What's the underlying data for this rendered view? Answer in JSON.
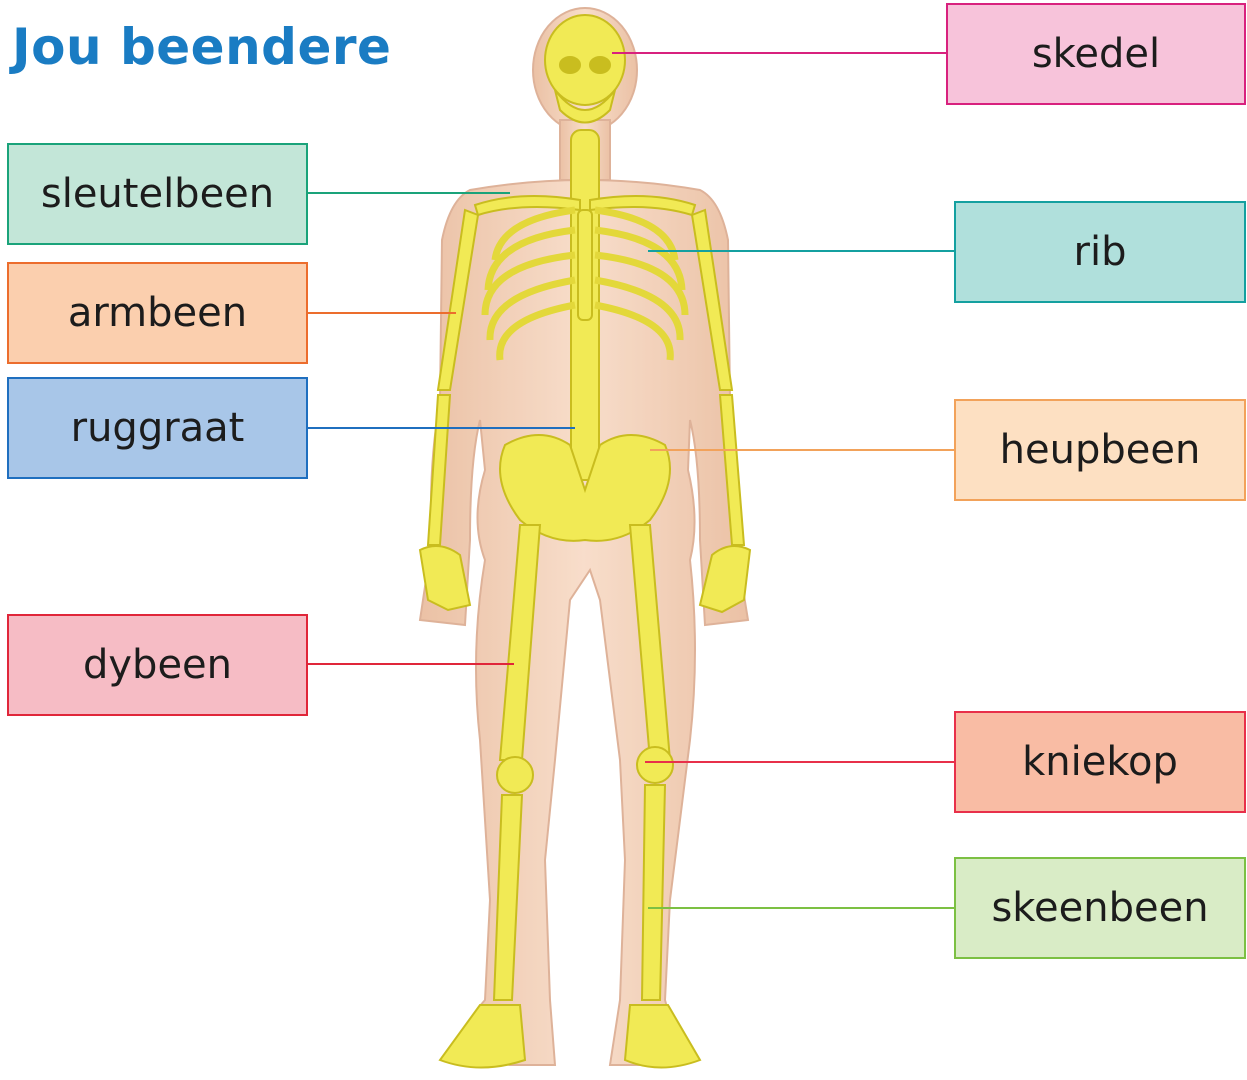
{
  "title": "Jou beendere",
  "labels": {
    "skull": {
      "text": "skedel",
      "color": "#d8217e",
      "fill": "#f7c3da"
    },
    "collarbone": {
      "text": "sleutelbeen",
      "color": "#1aa37a",
      "fill": "#c3e6d8"
    },
    "arm_bone": {
      "text": "armbeen",
      "color": "#ec6d2d",
      "fill": "#fbcfae"
    },
    "spine": {
      "text": "ruggraat",
      "color": "#1f6fbf",
      "fill": "#a8c6e8"
    },
    "thigh_bone": {
      "text": "dybeen",
      "color": "#e0263a",
      "fill": "#f6bcc5"
    },
    "rib": {
      "text": "rib",
      "color": "#14a0a0",
      "fill": "#b0e0dc"
    },
    "hip_bone": {
      "text": "heupbeen",
      "color": "#f2a25a",
      "fill": "#fde0c2"
    },
    "kneecap": {
      "text": "kniekop",
      "color": "#e8304a",
      "fill": "#f9bca4"
    },
    "shin_bone": {
      "text": "skeenbeen",
      "color": "#7cc043",
      "fill": "#d9ecc6"
    }
  }
}
